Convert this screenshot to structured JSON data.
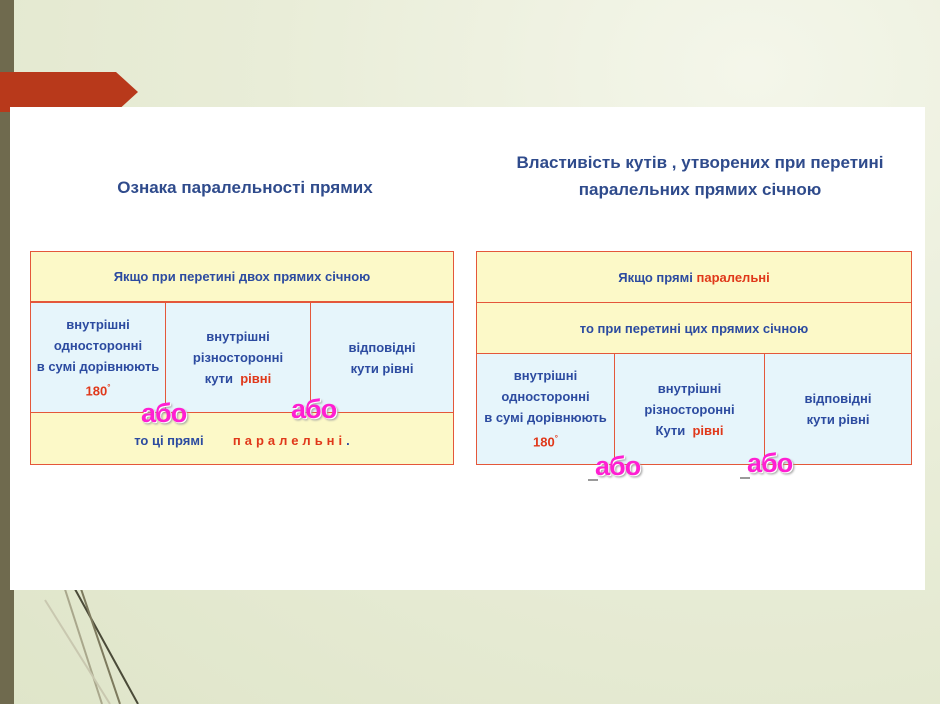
{
  "left": {
    "title": "Ознака паралельності прямих",
    "header": "Якщо при перетині двох прямих січною",
    "cells": [
      {
        "l1": "внутрішні",
        "l2": "односторонні",
        "l3": "в сумі дорівнюють",
        "l4": "180",
        "sup": "°"
      },
      {
        "l1": "внутрішні",
        "l2": "різносторонні",
        "l3a": "кути",
        "l3b": "рівні"
      },
      {
        "l1": "відповідні",
        "l2": "кути рівні"
      }
    ],
    "conclusion_a": "то ці прямі",
    "conclusion_b": "паралельні",
    "conclusion_c": "."
  },
  "right": {
    "title_line1": "Властивість кутів , утворених при перетині",
    "title_line2": "паралельних прямих січною",
    "header_a": "Якщо прямі",
    "header_b": "паралельні",
    "subheader": "то при перетині цих прямих січною",
    "cells": [
      {
        "l1": "внутрішні",
        "l2": "односторонні",
        "l3": "в сумі дорівнюють",
        "l4": "180",
        "sup": "°"
      },
      {
        "l1": "внутрішні",
        "l2": "різносторонні",
        "l3a": "Кути",
        "l3b": "рівні"
      },
      {
        "l1": "відповідні",
        "l2": "кути рівні"
      }
    ]
  },
  "or_word": "або",
  "colors": {
    "title": "#2f4b8c",
    "text": "#2c4ba0",
    "accent": "#e0381a",
    "or": "#ff1fd2",
    "border": "#e4573a"
  }
}
